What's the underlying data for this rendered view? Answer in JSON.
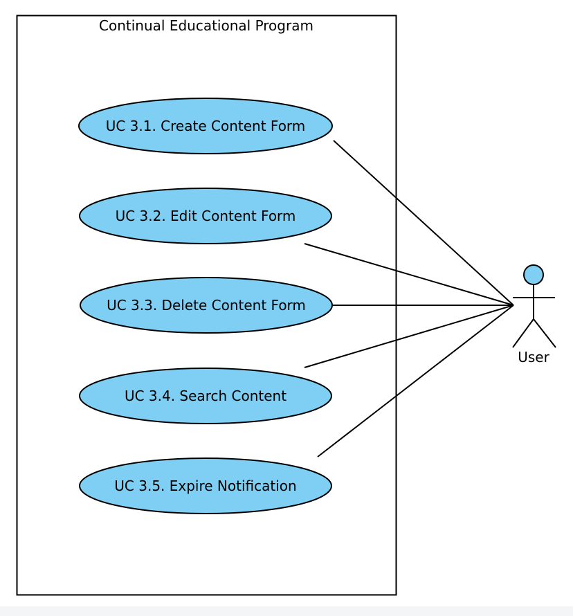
{
  "diagram": {
    "system_title": "Continual Educational Program",
    "use_cases": [
      {
        "label": "UC 3.1. Create Content Form"
      },
      {
        "label": "UC 3.2. Edit Content Form"
      },
      {
        "label": "UC 3.3. Delete Content Form"
      },
      {
        "label": "UC 3.4. Search Content"
      },
      {
        "label": "UC 3.5. Expire Notification"
      }
    ],
    "actor": {
      "label": "User"
    },
    "colors": {
      "use_case_fill": "#7ecff3",
      "actor_head_fill": "#7ecff3",
      "stroke": "#000000"
    }
  }
}
